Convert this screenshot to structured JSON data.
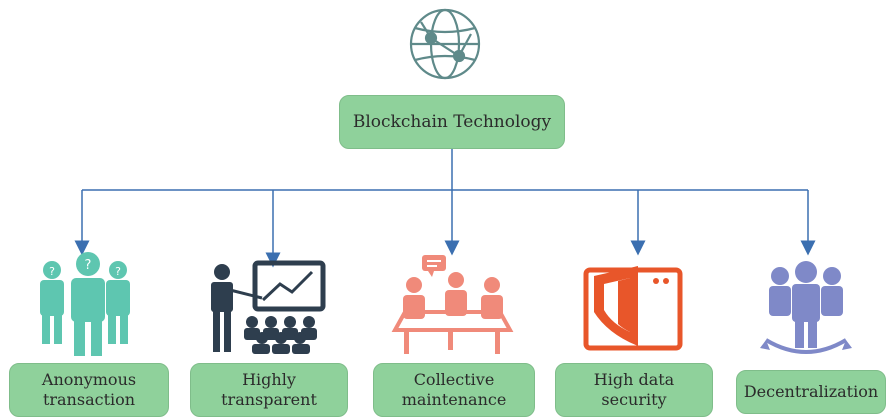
{
  "root": {
    "label": "Blockchain Technology"
  },
  "leaves": [
    {
      "label": "Anonymous\ntransaction",
      "icon": "anonymous-people-icon"
    },
    {
      "label": "Highly\ntransparent",
      "icon": "presentation-audience-icon"
    },
    {
      "label": "Collective\nmaintenance",
      "icon": "meeting-table-icon"
    },
    {
      "label": "High data\nsecurity",
      "icon": "security-shield-icon"
    },
    {
      "label": "Decentralization",
      "icon": "distributed-group-icon"
    }
  ],
  "colors": {
    "box_fill": "#8fd19b",
    "connector": "#3b6fb0",
    "globe": "#5f8a8a",
    "anonymous": "#5ec6b0",
    "presenter": "#2e3e4e",
    "meeting": "#f08a7a",
    "security": "#e8562a",
    "decentralization": "#7f89c8"
  }
}
